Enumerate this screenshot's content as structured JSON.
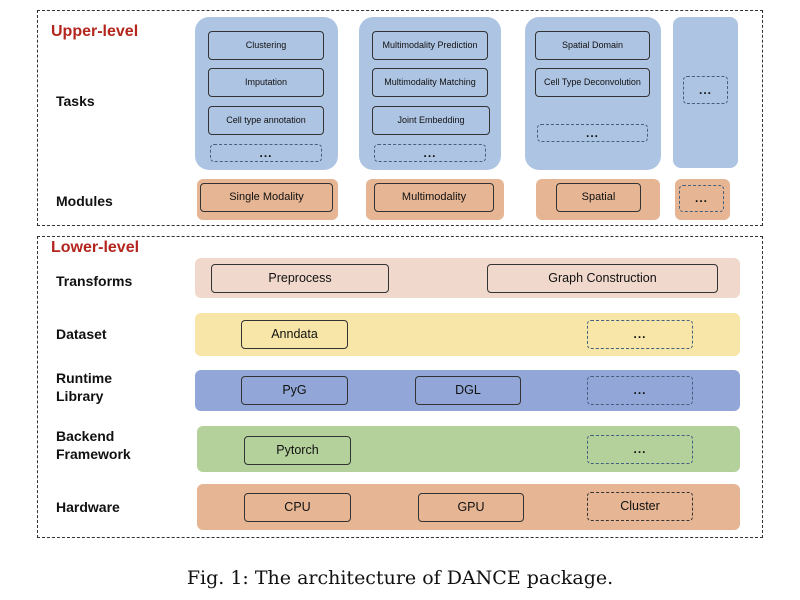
{
  "upper": {
    "title": "Upper-level",
    "tasks_label": "Tasks",
    "modules_label": "Modules",
    "single_modality": {
      "tasks": [
        "Clustering",
        "Imputation",
        "Cell type annotation"
      ],
      "more": "...",
      "module": "Single Modality"
    },
    "multimodality": {
      "tasks": [
        "Multimodality Prediction",
        "Multimodality Matching",
        "Joint Embedding"
      ],
      "more": "...",
      "module": "Multimodality"
    },
    "spatial": {
      "tasks": [
        "Spatial Domain",
        "Cell Type Deconvolution"
      ],
      "more": "...",
      "module": "Spatial"
    },
    "other": {
      "more": "...",
      "module": "..."
    }
  },
  "lower": {
    "title": "Lower-level",
    "transforms": {
      "label": "Transforms",
      "items": [
        "Preprocess",
        "Graph Construction"
      ]
    },
    "dataset": {
      "label": "Dataset",
      "items": [
        "Anndata"
      ],
      "more": "..."
    },
    "runtime": {
      "label_line1": "Runtime",
      "label_line2": "Library",
      "items": [
        "PyG",
        "DGL"
      ],
      "more": "..."
    },
    "backend": {
      "label_line1": "Backend",
      "label_line2": "Framework",
      "items": [
        "Pytorch"
      ],
      "more": "..."
    },
    "hardware": {
      "label": "Hardware",
      "items": [
        "CPU",
        "GPU"
      ],
      "cluster": "Cluster"
    }
  },
  "caption": "Fig. 1: The architecture of DANCE package.",
  "colors": {
    "task_panel": "#aec4e3",
    "module_panel": "#e6b594",
    "transforms_band": "#f0d8cc",
    "dataset_band": "#f7e6a8",
    "runtime_band": "#92a7d7",
    "backend_band": "#b4d19c",
    "hardware_band": "#e6b594",
    "section_title": "#b3261e"
  }
}
